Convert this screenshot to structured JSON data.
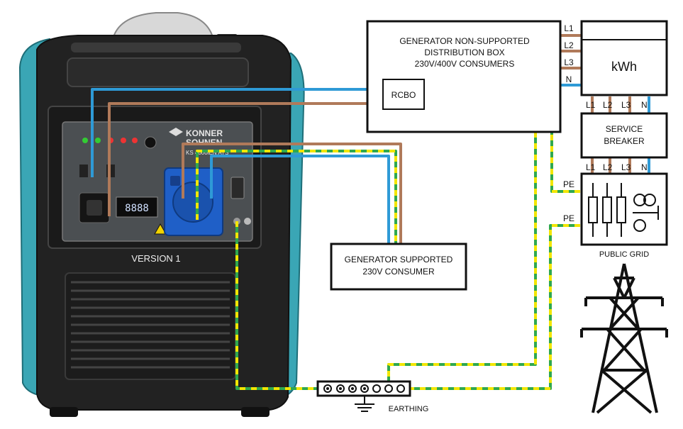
{
  "generator": {
    "brand_line1": "KONNER",
    "brand_line2": "SOHNEN",
    "model": "KS 4000iEN ATS",
    "display_value": "8888",
    "version_label": "VERSION 1"
  },
  "boxes": {
    "distribution": {
      "line1": "GENERATOR  NON-SUPPORTED",
      "line2": "DISTRIBUTION BOX",
      "line3": "230V/400V  CONSUMERS"
    },
    "rcbo": "RCBO",
    "supported": {
      "line1": "GENERATOR  SUPPORTED",
      "line2": "230V CONSUMER"
    },
    "meter": "kWh",
    "service_breaker": {
      "line1": "SERVICE",
      "line2": "BREAKER"
    },
    "public_grid": "PUBLIC GRID",
    "earthing": "EARTHING"
  },
  "terminals": {
    "meter_side": [
      "L1",
      "L2",
      "L3",
      "N"
    ],
    "meter_bottom": [
      "L1",
      "L2",
      "L3",
      "N"
    ],
    "breaker_bottom": [
      "L1",
      "L2",
      "L3",
      "N"
    ],
    "pe": [
      "PE",
      "PE"
    ]
  },
  "colors": {
    "live": "#b07a5a",
    "neutral": "#2e9ad6",
    "earth_green": "#2fa84f",
    "earth_yellow": "#f2e600",
    "socket_blue": "#1f5fc7",
    "generator_teal": "#3aa6b5",
    "generator_body": "#222222"
  }
}
